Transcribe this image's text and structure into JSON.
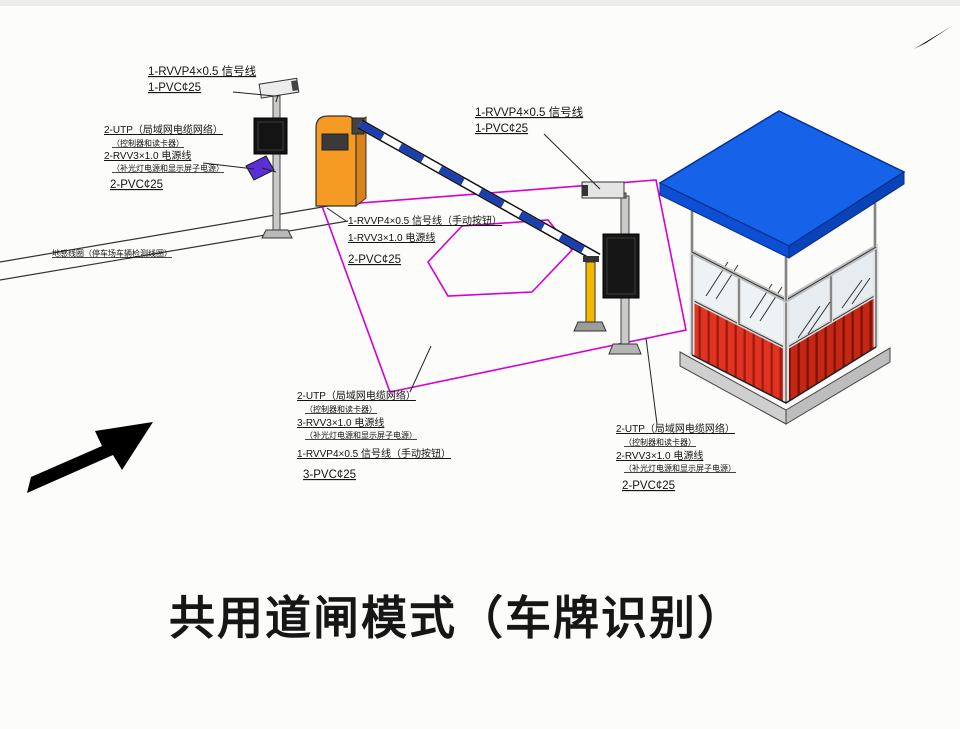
{
  "title": "共用道闸模式（车牌识别）",
  "colors": {
    "roof": "#1663ea",
    "wall_red": "#e23322",
    "cabinet_orange": "#f59a23",
    "arm_blue": "#1a3fb0",
    "pole_yellow": "#f5b800",
    "loop_magenta": "#d400d4"
  },
  "labels": {
    "cam1": {
      "l1": "1-RVVP4×0.5 信号线",
      "l2": "1-PVC¢25"
    },
    "left": {
      "l1": "2-UTP（局域网电缆网络）",
      "l2": "（控制器和读卡器）",
      "l3": "2-RVV3×1.0 电源线",
      "l4": "（补光灯电源和显示屏子电源）",
      "l5": "2-PVC¢25"
    },
    "loop_note": "地感线圈（停车场车辆检测线圈）",
    "mid": {
      "l1": "1-RVVP4×0.5 信号线（手动按钮）",
      "l2": "1-RVV3×1.0 电源线",
      "l3": "2-PVC¢25"
    },
    "cam2": {
      "l1": "1-RVVP4×0.5 信号线",
      "l2": "1-PVC¢25"
    },
    "bottom_mid": {
      "l1": "2-UTP（局域网电缆网络）",
      "l2": "（控制器和读卡器）",
      "l3": "3-RVV3×1.0 电源线",
      "l4": "（补光灯电源和显示屏子电源）",
      "l5": "1-RVVP4×0.5 信号线（手动按钮）",
      "l6": "3-PVC¢25"
    },
    "bottom_right": {
      "l1": "2-UTP（局域网电缆网络）",
      "l2": "（控制器和读卡器）",
      "l3": "2-RVV3×1.0 电源线",
      "l4": "（补光灯电源和显示屏子电源）",
      "l5": "2-PVC¢25"
    }
  }
}
